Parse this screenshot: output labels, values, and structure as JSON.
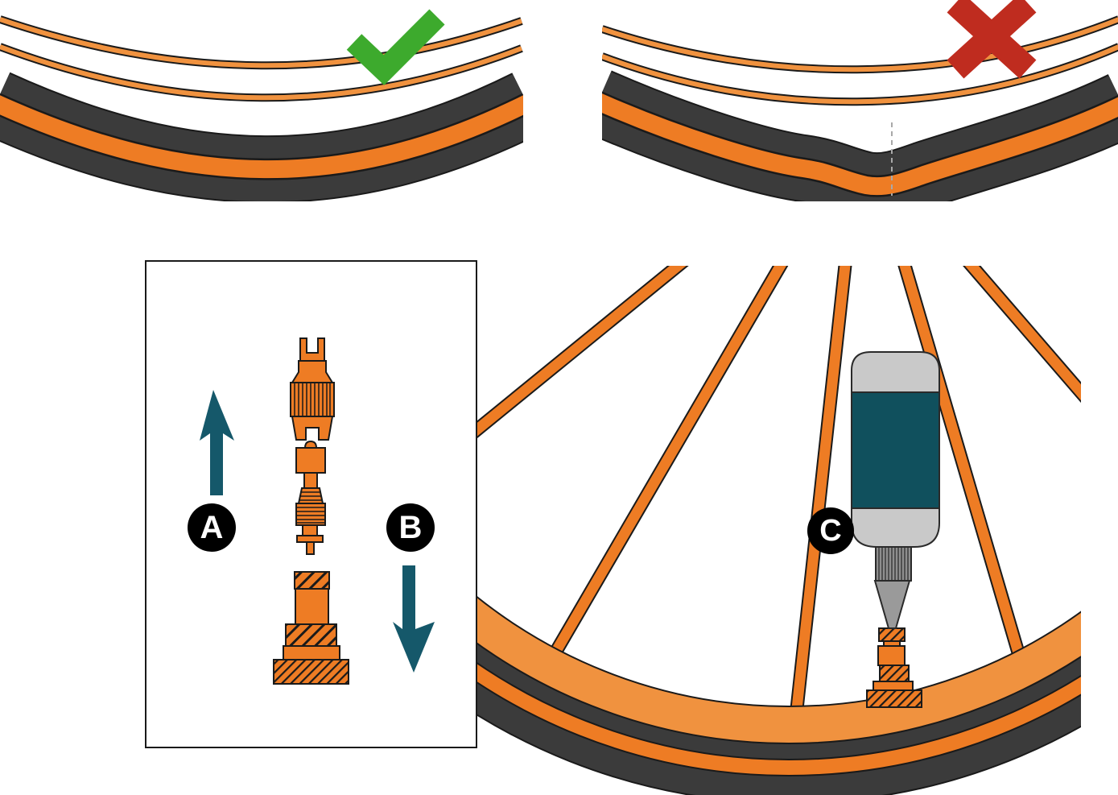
{
  "badges": {
    "a": "A",
    "b": "B",
    "c": "C"
  },
  "icons": {
    "correct": "check-icon",
    "incorrect": "x-icon",
    "remove_core": "arrow-up-icon",
    "install_core": "arrow-down-icon",
    "dent_marker": "dent-dashed-line"
  },
  "colors": {
    "orange": "#ee7c24",
    "orange_light": "#f0923f",
    "dark_band": "#3b3b3b",
    "outline": "#1a1a1a",
    "check_green": "#3daa2d",
    "x_red": "#bf2c1f",
    "arrow_teal": "#15586a",
    "bottle_teal": "#10505d",
    "bottle_grey": "#c9c9c9",
    "nozzle_grey": "#8f8f8f",
    "badge_bg": "#000000",
    "badge_text": "#ffffff"
  }
}
